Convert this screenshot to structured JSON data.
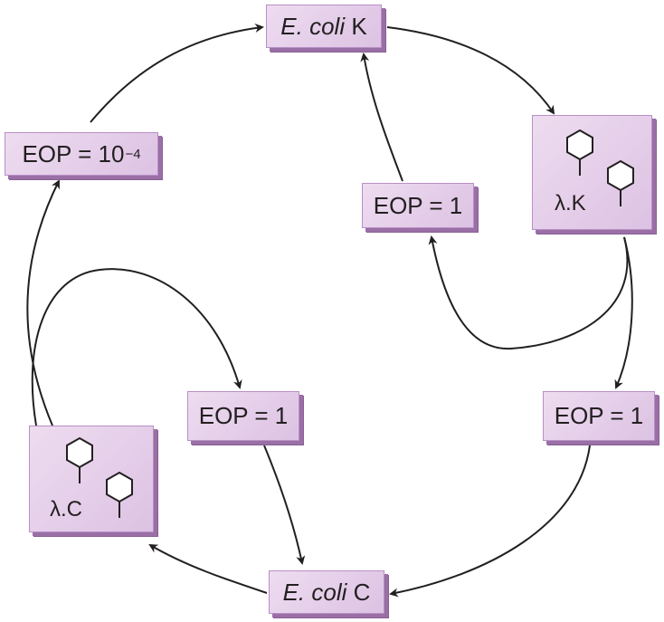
{
  "nodes": {
    "ecoli_k": {
      "species": "E. coli",
      "strain": "K"
    },
    "ecoli_c": {
      "species": "E. coli",
      "strain": "C"
    },
    "phage_k": {
      "label": "λ.K",
      "icon": "bacteriophage-icon"
    },
    "phage_c": {
      "label": "λ.C",
      "icon": "bacteriophage-icon"
    },
    "eop_left": {
      "text": "EOP = 10",
      "exponent": "−4"
    },
    "eop_inner_top": {
      "text": "EOP = 1"
    },
    "eop_right": {
      "text": "EOP = 1"
    },
    "eop_inner_left": {
      "text": "EOP = 1"
    }
  },
  "colors": {
    "box_fill": "#dcc2e3",
    "box_shadow": "#9a6fa6",
    "arrow": "#231f20"
  }
}
